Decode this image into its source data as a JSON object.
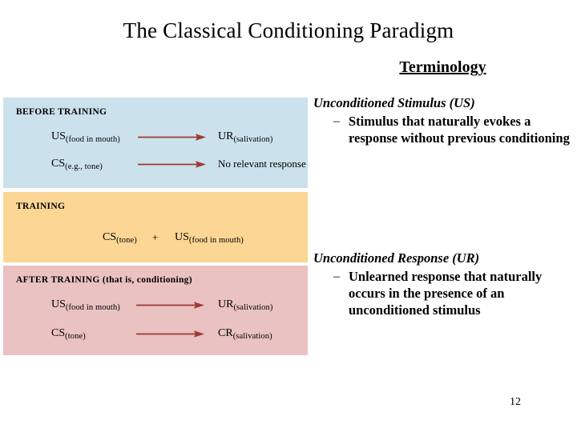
{
  "slide": {
    "title": "The Classical Conditioning Paradigm",
    "section_heading": "Terminology",
    "page_number": "12"
  },
  "figure": {
    "colors": {
      "before_band": "#cbe1ec",
      "training_band": "#fcd694",
      "after_band": "#e9c2c1",
      "arrow": "#9e3a34"
    },
    "bands": {
      "before": {
        "label": "BEFORE TRAINING",
        "rows": [
          {
            "left_term": "US",
            "left_sub": "(food in mouth)",
            "arrow": true,
            "right_term": "UR",
            "right_sub": "(salivation)"
          },
          {
            "left_term": "CS",
            "left_sub": "(e.g., tone)",
            "arrow": true,
            "right_plain": "No relevant response"
          }
        ]
      },
      "training": {
        "label": "TRAINING",
        "rows": [
          {
            "left_term": "CS",
            "left_sub": "(tone)",
            "connector": "+",
            "right_term": "US",
            "right_sub": "(food in mouth)"
          }
        ]
      },
      "after": {
        "label": "AFTER TRAINING",
        "label_paren": " (that is, conditioning)",
        "rows": [
          {
            "left_term": "US",
            "left_sub": "(food in mouth)",
            "arrow": true,
            "right_term": "UR",
            "right_sub": "(salivation)"
          },
          {
            "left_term": "CS",
            "left_sub": "(tone)",
            "arrow": true,
            "right_term": "CR",
            "right_sub": "(salivation)"
          }
        ]
      }
    }
  },
  "content": {
    "blocks": [
      {
        "title": "Unconditioned Stimulus (US)",
        "bullet_marker": "–",
        "bullet_text": "Stimulus that naturally evokes a response without previous conditioning"
      },
      {
        "title": "Unconditioned Response (UR)",
        "bullet_marker": "–",
        "bullet_text": "Unlearned response that naturally occurs in the presence of an unconditioned stimulus"
      }
    ]
  }
}
